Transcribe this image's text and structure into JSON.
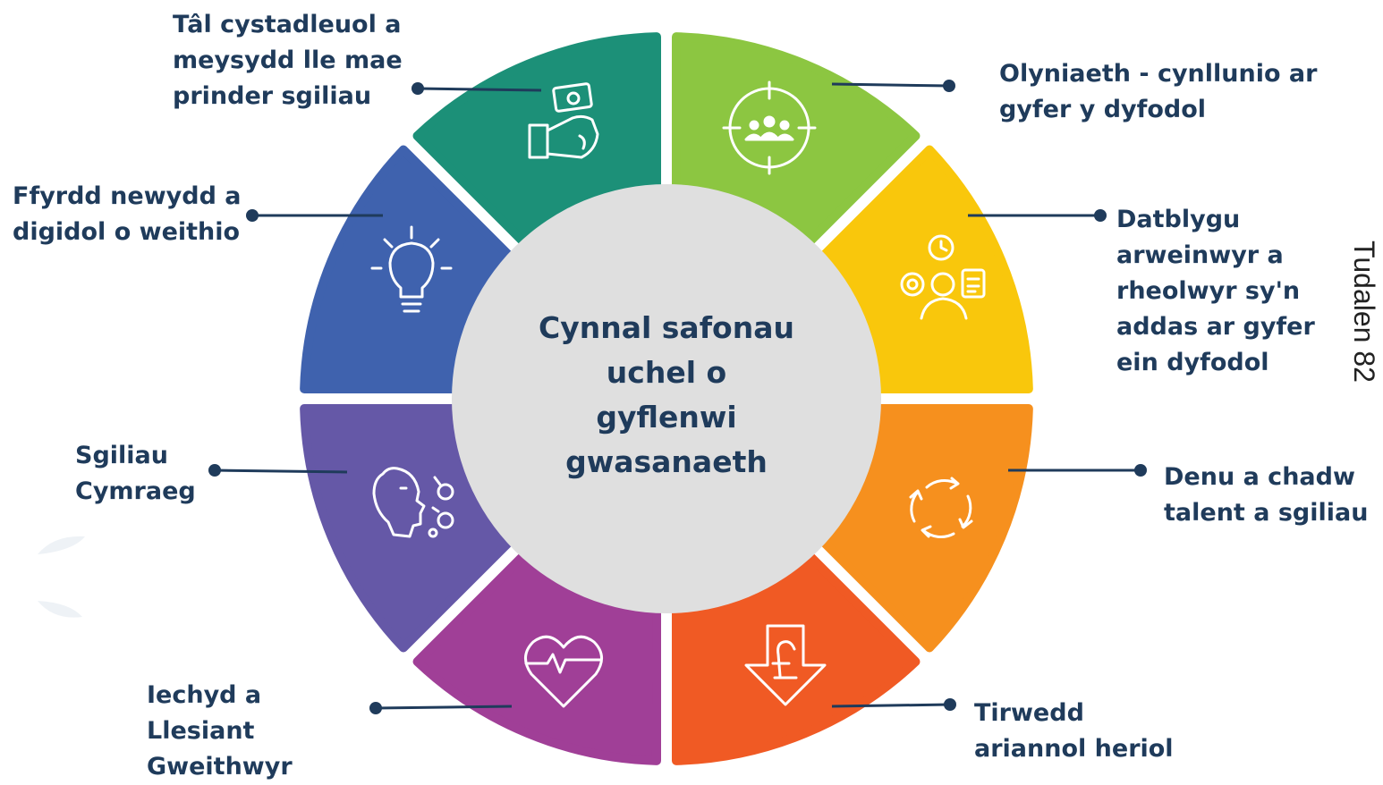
{
  "center": {
    "lines": [
      "Cynnal safonau",
      "uchel o",
      "gyflenwi",
      "gwasanaeth"
    ],
    "fill": "#dfdfdf"
  },
  "page_number": "Tudalen 82",
  "text_color": "#1f3b5b",
  "segments": [
    {
      "id": "pay",
      "color": "#8cc641",
      "icon": "cash-in-hand-icon",
      "label": [
        "Tâl cystadleuol a",
        "meysydd lle mae",
        "prinder sgiliau"
      ]
    },
    {
      "id": "succession",
      "color": "#f9c70c",
      "icon": "team-target-icon",
      "label": [
        "Olyniaeth - cynllunio ar",
        "gyfer y dyfodol"
      ]
    },
    {
      "id": "leaders",
      "color": "#f6901e",
      "icon": "manager-skills-icon",
      "label": [
        "Datblygu",
        "arweinwyr a",
        "rheolwyr sy'n",
        "addas ar gyfer",
        "ein dyfodol"
      ]
    },
    {
      "id": "talent",
      "color": "#f05a24",
      "icon": "cycle-arrows-icon",
      "label": [
        "Denu a chadw",
        "talent a sgiliau"
      ]
    },
    {
      "id": "financial",
      "color": "#a03f97",
      "icon": "pound-down-arrow-icon",
      "label": [
        "Tirwedd",
        "ariannol heriol"
      ]
    },
    {
      "id": "wellbeing",
      "color": "#6558a7",
      "icon": "heart-pulse-icon",
      "label": [
        "Iechyd a",
        "Llesiant",
        "Gweithwyr"
      ]
    },
    {
      "id": "welsh",
      "color": "#3f62ae",
      "icon": "speaking-head-icon",
      "label": [
        "Sgiliau",
        "Cymraeg"
      ]
    },
    {
      "id": "digital",
      "color": "#1c9078",
      "icon": "lightbulb-icon",
      "label": [
        "Ffyrdd newydd a",
        "digidol o weithio"
      ]
    }
  ]
}
